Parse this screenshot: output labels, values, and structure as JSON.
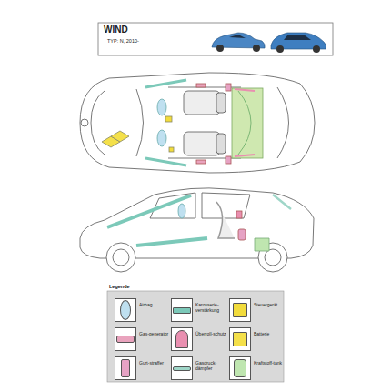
{
  "diagram": {
    "title": "WIND",
    "labels": [
      "TYP: N, 2010-",
      "Legende"
    ],
    "legend": [
      {
        "text": "Airbag",
        "color": "#bfe0f0"
      },
      {
        "text": "Karosserie-verstärkung",
        "color": "#7cc9b9"
      },
      {
        "text": "Steuergerät",
        "color": "#f2dc3c"
      },
      {
        "text": "Gas-generator",
        "color": "#e9a3bd"
      },
      {
        "text": "Überroll-schutz",
        "color": "#e98fb0"
      },
      {
        "text": "Batterie",
        "color": "#f4e04a"
      },
      {
        "text": "Gurt-straffer",
        "color": "#e6a2c4"
      },
      {
        "text": "Gasdruck-dämpfer",
        "color": "#9fd6c8"
      },
      {
        "text": "Kraftstoff-tank",
        "color": "#bfe6b0"
      }
    ]
  }
}
